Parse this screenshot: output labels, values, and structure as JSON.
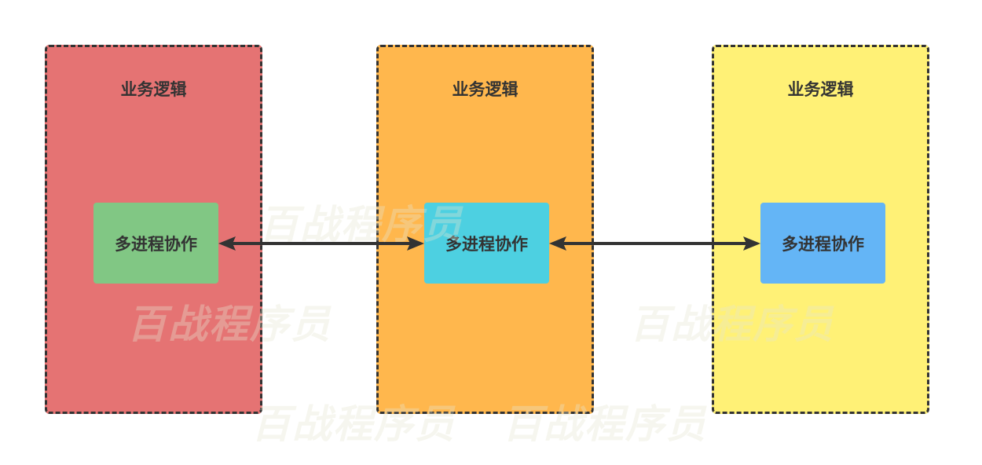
{
  "containers": [
    {
      "title": "业务逻辑",
      "color": "#e57373",
      "node": {
        "label": "多进程协作",
        "color": "#81c784"
      }
    },
    {
      "title": "业务逻辑",
      "color": "#ffb74d",
      "node": {
        "label": "多进程协作",
        "color": "#4dd0e1"
      }
    },
    {
      "title": "业务逻辑",
      "color": "#fff176",
      "node": {
        "label": "多进程协作",
        "color": "#64b5f6"
      }
    }
  ],
  "edges": [
    {
      "from": "node-1",
      "to": "node-2",
      "type": "bidirectional"
    },
    {
      "from": "node-2",
      "to": "node-3",
      "type": "bidirectional"
    }
  ],
  "watermark": {
    "text": "百战程序员"
  },
  "colors": {
    "border": "#333333",
    "text": "#333333"
  }
}
